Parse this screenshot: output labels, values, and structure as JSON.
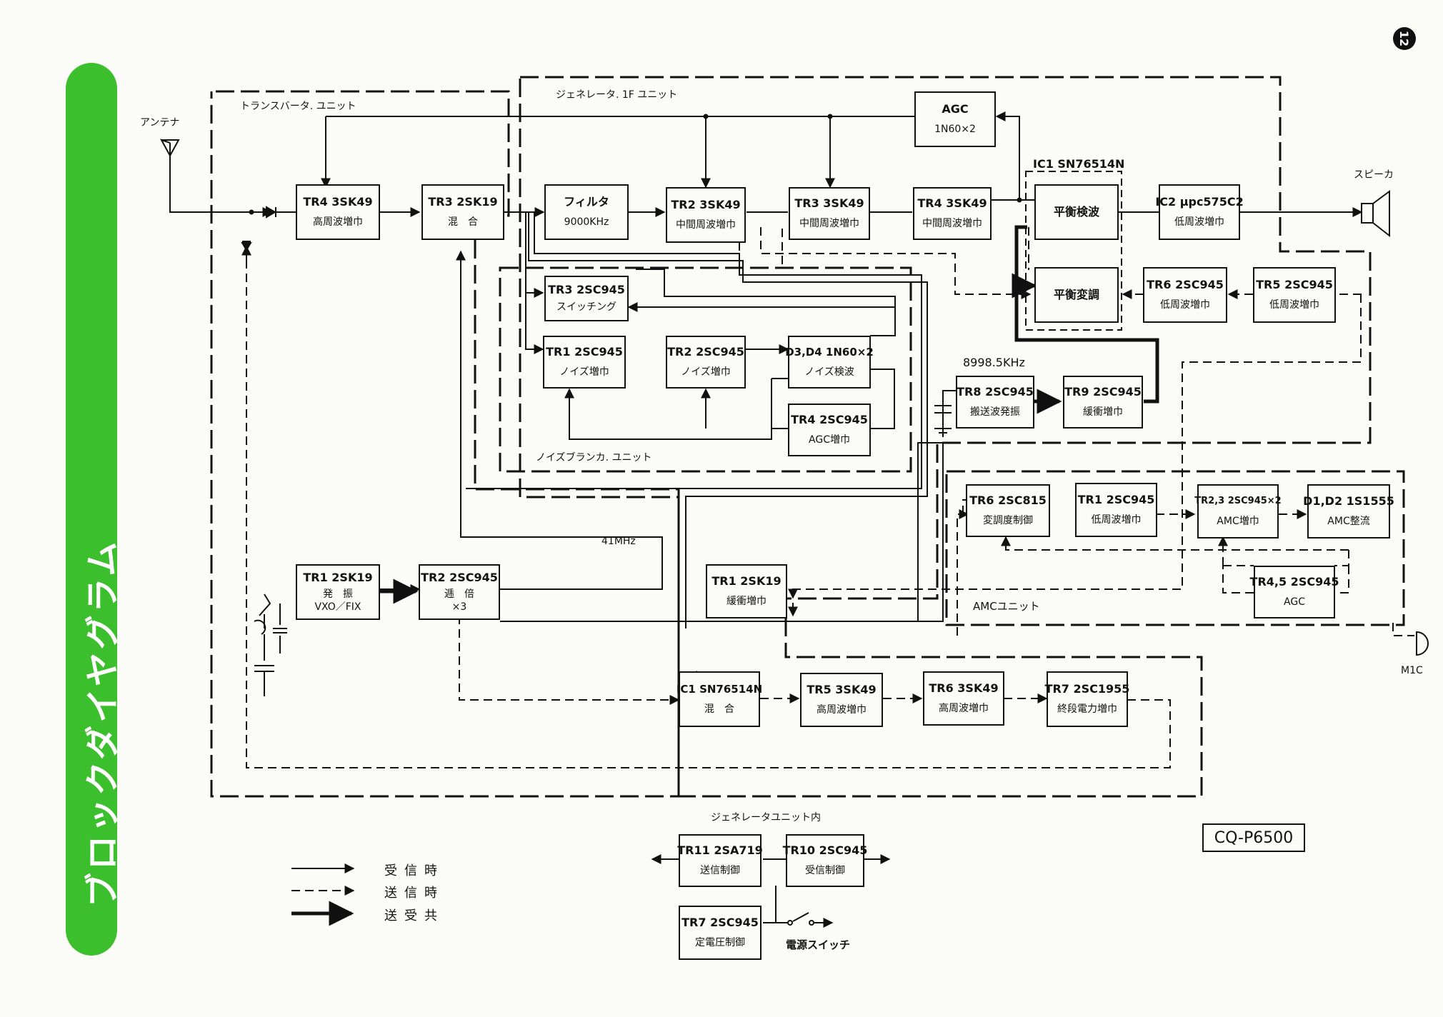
{
  "page_number": "12",
  "side_title": "ブロックダイヤグラム",
  "model": "CQ-P6500",
  "units": {
    "transverter": "トランスバータ. ユニット",
    "generator": "ジェネレータ. 1F ユニット",
    "noise_blanker": "ノイズブランカ. ユニット",
    "amc": "AMCユニット",
    "generator_inner": "ジェネレータユニット内"
  },
  "labels": {
    "antenna": "アンテナ",
    "speaker": "スピーカ",
    "mic": "M1C",
    "freq_41": "41MHz",
    "freq_8998": "8998.5KHz",
    "ic1_top": "IC1 SN76514N",
    "power_switch": "電源スイッチ"
  },
  "blocks": {
    "rx_tr4": {
      "l1": "TR4 3SK49",
      "l2": "高周波増巾"
    },
    "rx_tr3": {
      "l1": "TR3 2SK19",
      "l2": "混　合"
    },
    "filter": {
      "l1": "フィルタ",
      "l2": "9000KHz"
    },
    "if_tr2": {
      "l1": "TR2 3SK49",
      "l2": "中間周波増巾"
    },
    "if_tr3": {
      "l1": "TR3 3SK49",
      "l2": "中間周波増巾"
    },
    "if_tr4": {
      "l1": "TR4 3SK49",
      "l2": "中間周波増巾"
    },
    "agc": {
      "l1": "AGC",
      "l2": "1N60×2"
    },
    "det": {
      "l1": "平衡検波",
      "l2": ""
    },
    "mod": {
      "l1": "平衡変調",
      "l2": ""
    },
    "ic2": {
      "l1": "IC2 μpc575C2",
      "l2": "低周波増巾"
    },
    "af_tr6": {
      "l1": "TR6 2SC945",
      "l2": "低周波増巾"
    },
    "af_tr5": {
      "l1": "TR5 2SC945",
      "l2": "低周波増巾"
    },
    "nb_tr3": {
      "l1": "TR3 2SC945",
      "l2": "スイッチング"
    },
    "nb_tr1": {
      "l1": "TR1 2SC945",
      "l2": "ノイズ増巾"
    },
    "nb_tr2": {
      "l1": "TR2 2SC945",
      "l2": "ノイズ増巾"
    },
    "nb_d34": {
      "l1": "D3,D4 1N60×2",
      "l2": "ノイズ検波"
    },
    "nb_tr4": {
      "l1": "TR4 2SC945",
      "l2": "AGC増巾"
    },
    "tr8": {
      "l1": "TR8 2SC945",
      "l2": "搬送波発振"
    },
    "tr9": {
      "l1": "TR9 2SC945",
      "l2": "緩衝増巾"
    },
    "amc_tr6": {
      "l1": "TR6 2SC815",
      "l2": "変調度制御"
    },
    "amc_tr1": {
      "l1": "TR1 2SC945",
      "l2": "低周波増巾"
    },
    "amc_tr23": {
      "l1": "TR2,3 2SC945×2",
      "l2": "AMC増巾"
    },
    "amc_d12": {
      "l1": "D1,D2 1S1555",
      "l2": "AMC整流"
    },
    "amc_tr45": {
      "l1": "TR4,5 2SC945",
      "l2": "AGC"
    },
    "osc_tr1": {
      "l1": "TR1 2SK19",
      "l2": "発　振",
      "l3": "VXO／FIX"
    },
    "mul_tr2": {
      "l1": "TR2 2SC945",
      "l2": "逓　倍",
      "l3": "×3"
    },
    "buf_tr1": {
      "l1": "TR1 2SK19",
      "l2": "緩衝増巾"
    },
    "tx_ic1": {
      "l1": "IC1 SN76514N",
      "l2": "混　合"
    },
    "tx_tr5": {
      "l1": "TR5 3SK49",
      "l2": "高周波増巾"
    },
    "tx_tr6": {
      "l1": "TR6 3SK49",
      "l2": "高周波増巾"
    },
    "tx_tr7": {
      "l1": "TR7 2SC1955",
      "l2": "終段電力増巾"
    },
    "tr11": {
      "l1": "TR11 2SA719",
      "l2": "送信制御"
    },
    "tr10": {
      "l1": "TR10 2SC945",
      "l2": "受信制御"
    },
    "tr7c": {
      "l1": "TR7 2SC945",
      "l2": "定電圧制御"
    }
  },
  "legend": [
    {
      "style": "solid",
      "label": "受信時"
    },
    {
      "style": "dashed",
      "label": "送信時"
    },
    {
      "style": "bold",
      "label": "送受共"
    }
  ],
  "colors": {
    "accent": "#3bbf2c",
    "ink": "#111111",
    "paper": "#fbfbf7"
  }
}
